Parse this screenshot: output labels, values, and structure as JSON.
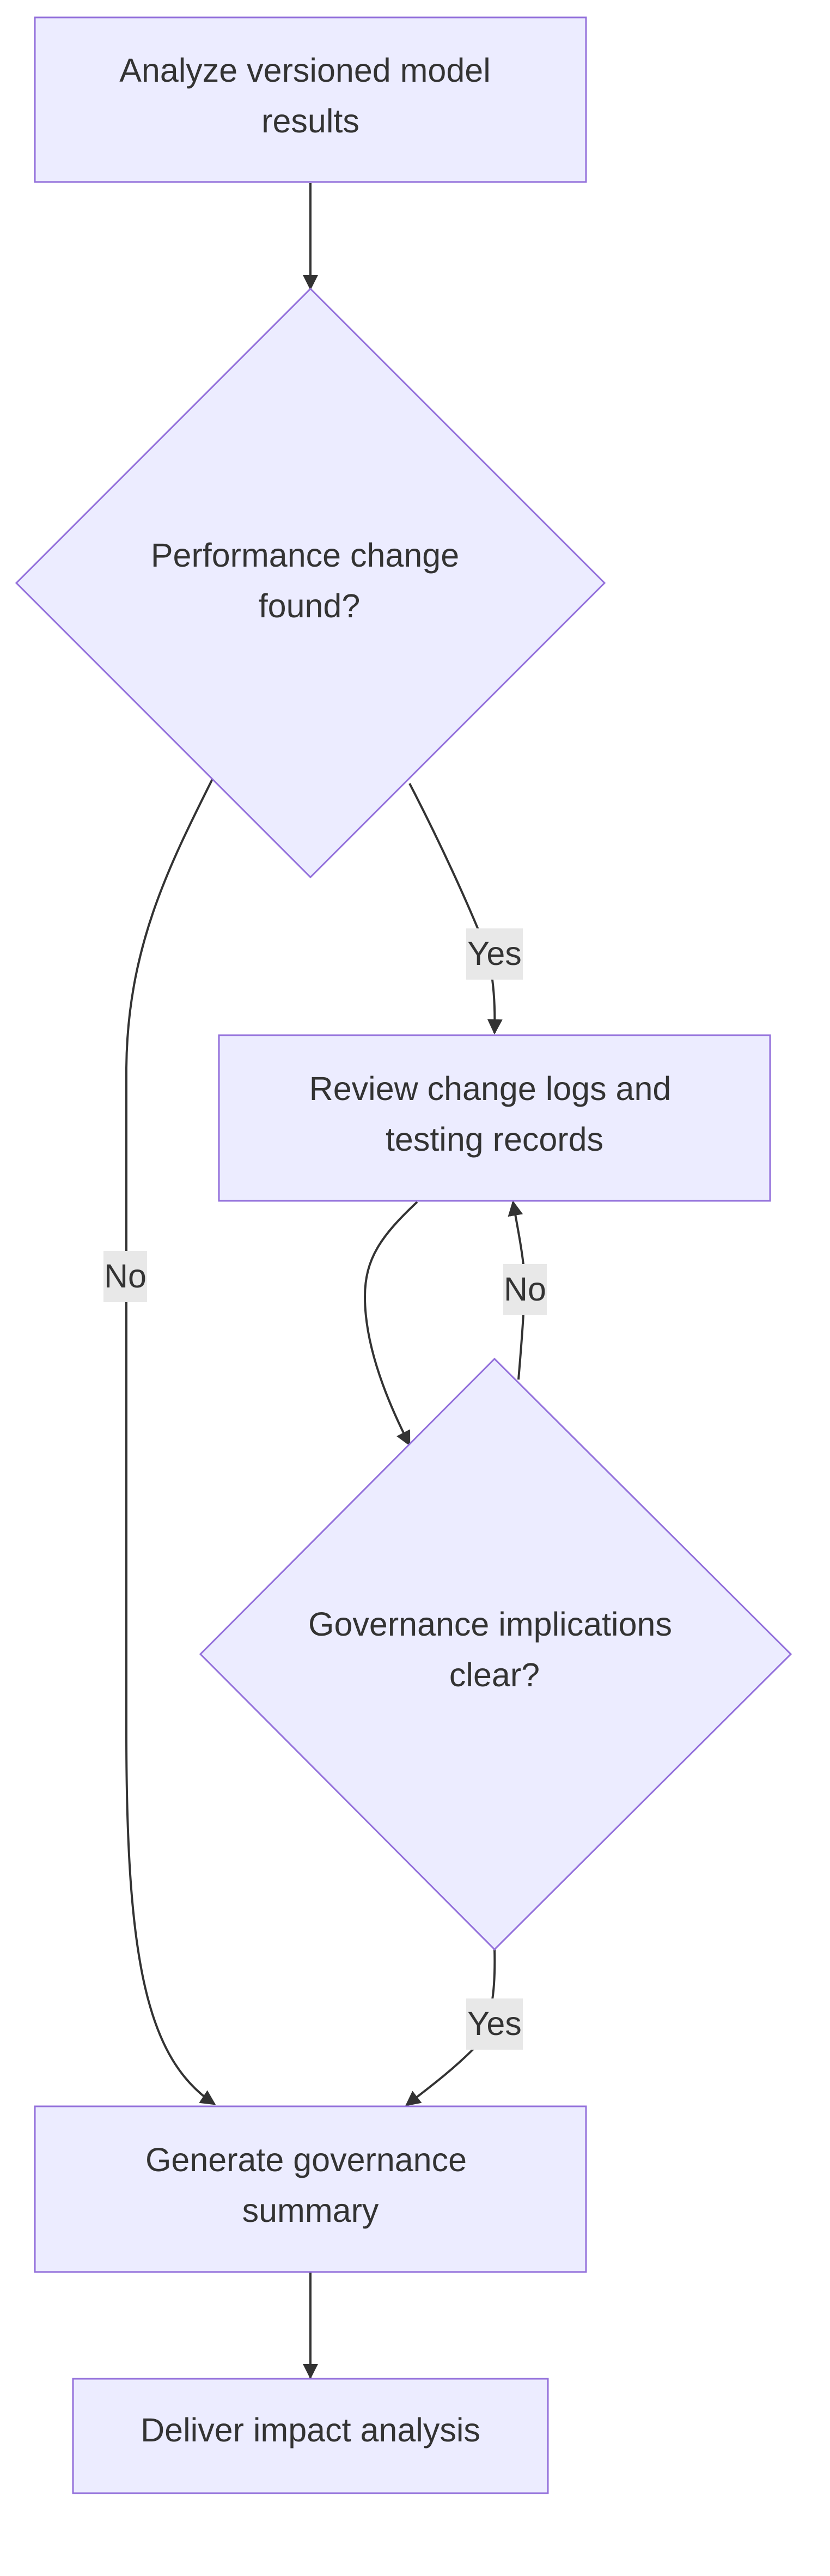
{
  "nodes": {
    "analyze": {
      "shape": "rect",
      "lines": [
        "Analyze versioned model",
        "results"
      ]
    },
    "perf_change": {
      "shape": "diamond",
      "lines": [
        "Performance change",
        "found?"
      ]
    },
    "review": {
      "shape": "rect",
      "lines": [
        "Review change logs and",
        "testing records"
      ]
    },
    "governance_clear": {
      "shape": "diamond",
      "lines": [
        "Governance implications",
        "clear?"
      ]
    },
    "generate": {
      "shape": "rect",
      "lines": [
        "Generate governance",
        "summary"
      ]
    },
    "deliver": {
      "shape": "rect",
      "lines": [
        "Deliver impact analysis"
      ]
    }
  },
  "edges": {
    "analyze_to_perf": {
      "from": "analyze",
      "to": "perf_change",
      "label": ""
    },
    "perf_yes": {
      "from": "perf_change",
      "to": "review",
      "label": "Yes"
    },
    "perf_no": {
      "from": "perf_change",
      "to": "generate",
      "label": "No"
    },
    "review_to_gov": {
      "from": "review",
      "to": "governance_clear",
      "label": ""
    },
    "gov_no": {
      "from": "governance_clear",
      "to": "review",
      "label": "No"
    },
    "gov_yes": {
      "from": "governance_clear",
      "to": "generate",
      "label": "Yes"
    },
    "generate_to_deliver": {
      "from": "generate",
      "to": "deliver",
      "label": ""
    }
  },
  "colors": {
    "node_fill": "#ececff",
    "node_stroke": "#9370db",
    "edge": "#333333",
    "label_bg": "#e8e8e8",
    "text": "#333333"
  }
}
